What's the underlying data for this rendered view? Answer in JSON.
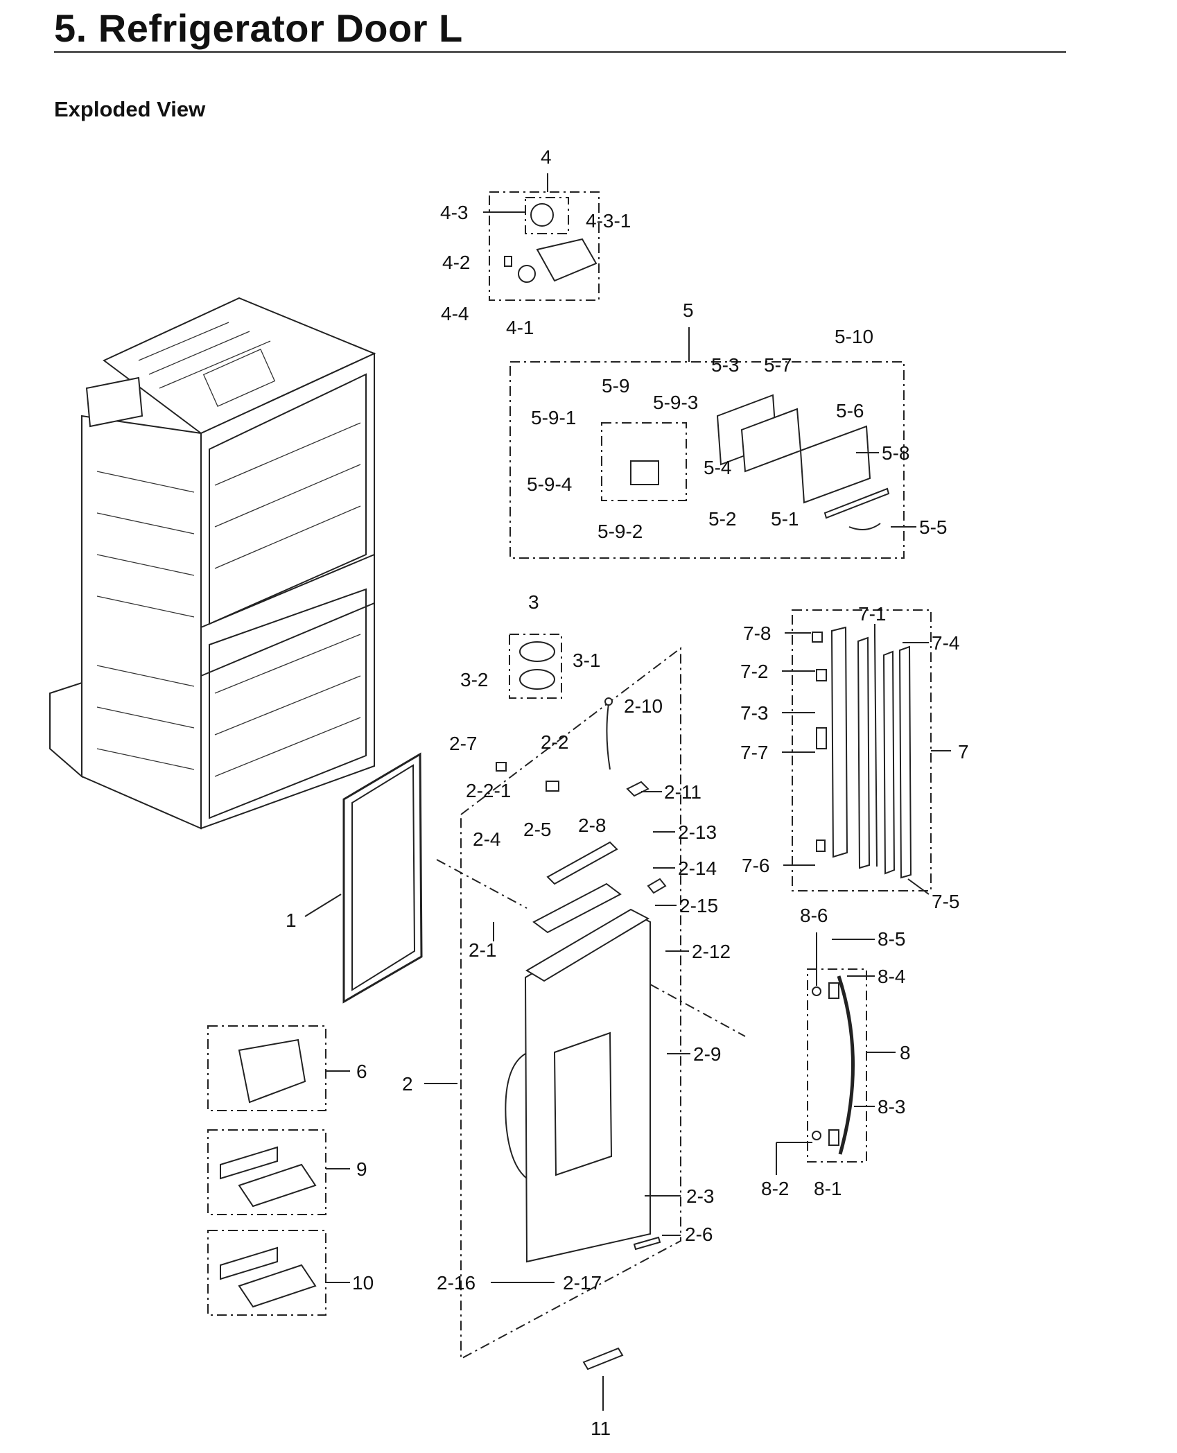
{
  "header": {
    "title": "5. Refrigerator Door L",
    "subtitle": "Exploded View"
  },
  "callouts": {
    "c1": "1",
    "c2": "2",
    "c2_1": "2-1",
    "c2_2": "2-2",
    "c2_2_1": "2-2-1",
    "c2_3": "2-3",
    "c2_4": "2-4",
    "c2_5": "2-5",
    "c2_6": "2-6",
    "c2_7": "2-7",
    "c2_8": "2-8",
    "c2_9": "2-9",
    "c2_10": "2-10",
    "c2_11": "2-11",
    "c2_12": "2-12",
    "c2_13": "2-13",
    "c2_14": "2-14",
    "c2_15": "2-15",
    "c2_16": "2-16",
    "c2_17": "2-17",
    "c3": "3",
    "c3_1": "3-1",
    "c3_2": "3-2",
    "c4": "4",
    "c4_1": "4-1",
    "c4_2": "4-2",
    "c4_3": "4-3",
    "c4_3_1": "4-3-1",
    "c4_4": "4-4",
    "c5": "5",
    "c5_1": "5-1",
    "c5_2": "5-2",
    "c5_3": "5-3",
    "c5_4": "5-4",
    "c5_5": "5-5",
    "c5_6": "5-6",
    "c5_7": "5-7",
    "c5_8": "5-8",
    "c5_9": "5-9",
    "c5_9_1": "5-9-1",
    "c5_9_2": "5-9-2",
    "c5_9_3": "5-9-3",
    "c5_9_4": "5-9-4",
    "c5_10": "5-10",
    "c6": "6",
    "c7": "7",
    "c7_1": "7-1",
    "c7_2": "7-2",
    "c7_3": "7-3",
    "c7_4": "7-4",
    "c7_5": "7-5",
    "c7_6": "7-6",
    "c7_7": "7-7",
    "c7_8": "7-8",
    "c8": "8",
    "c8_1": "8-1",
    "c8_2": "8-2",
    "c8_3": "8-3",
    "c8_4": "8-4",
    "c8_5": "8-5",
    "c8_6": "8-6",
    "c9": "9",
    "c10": "10",
    "c11": "11"
  }
}
